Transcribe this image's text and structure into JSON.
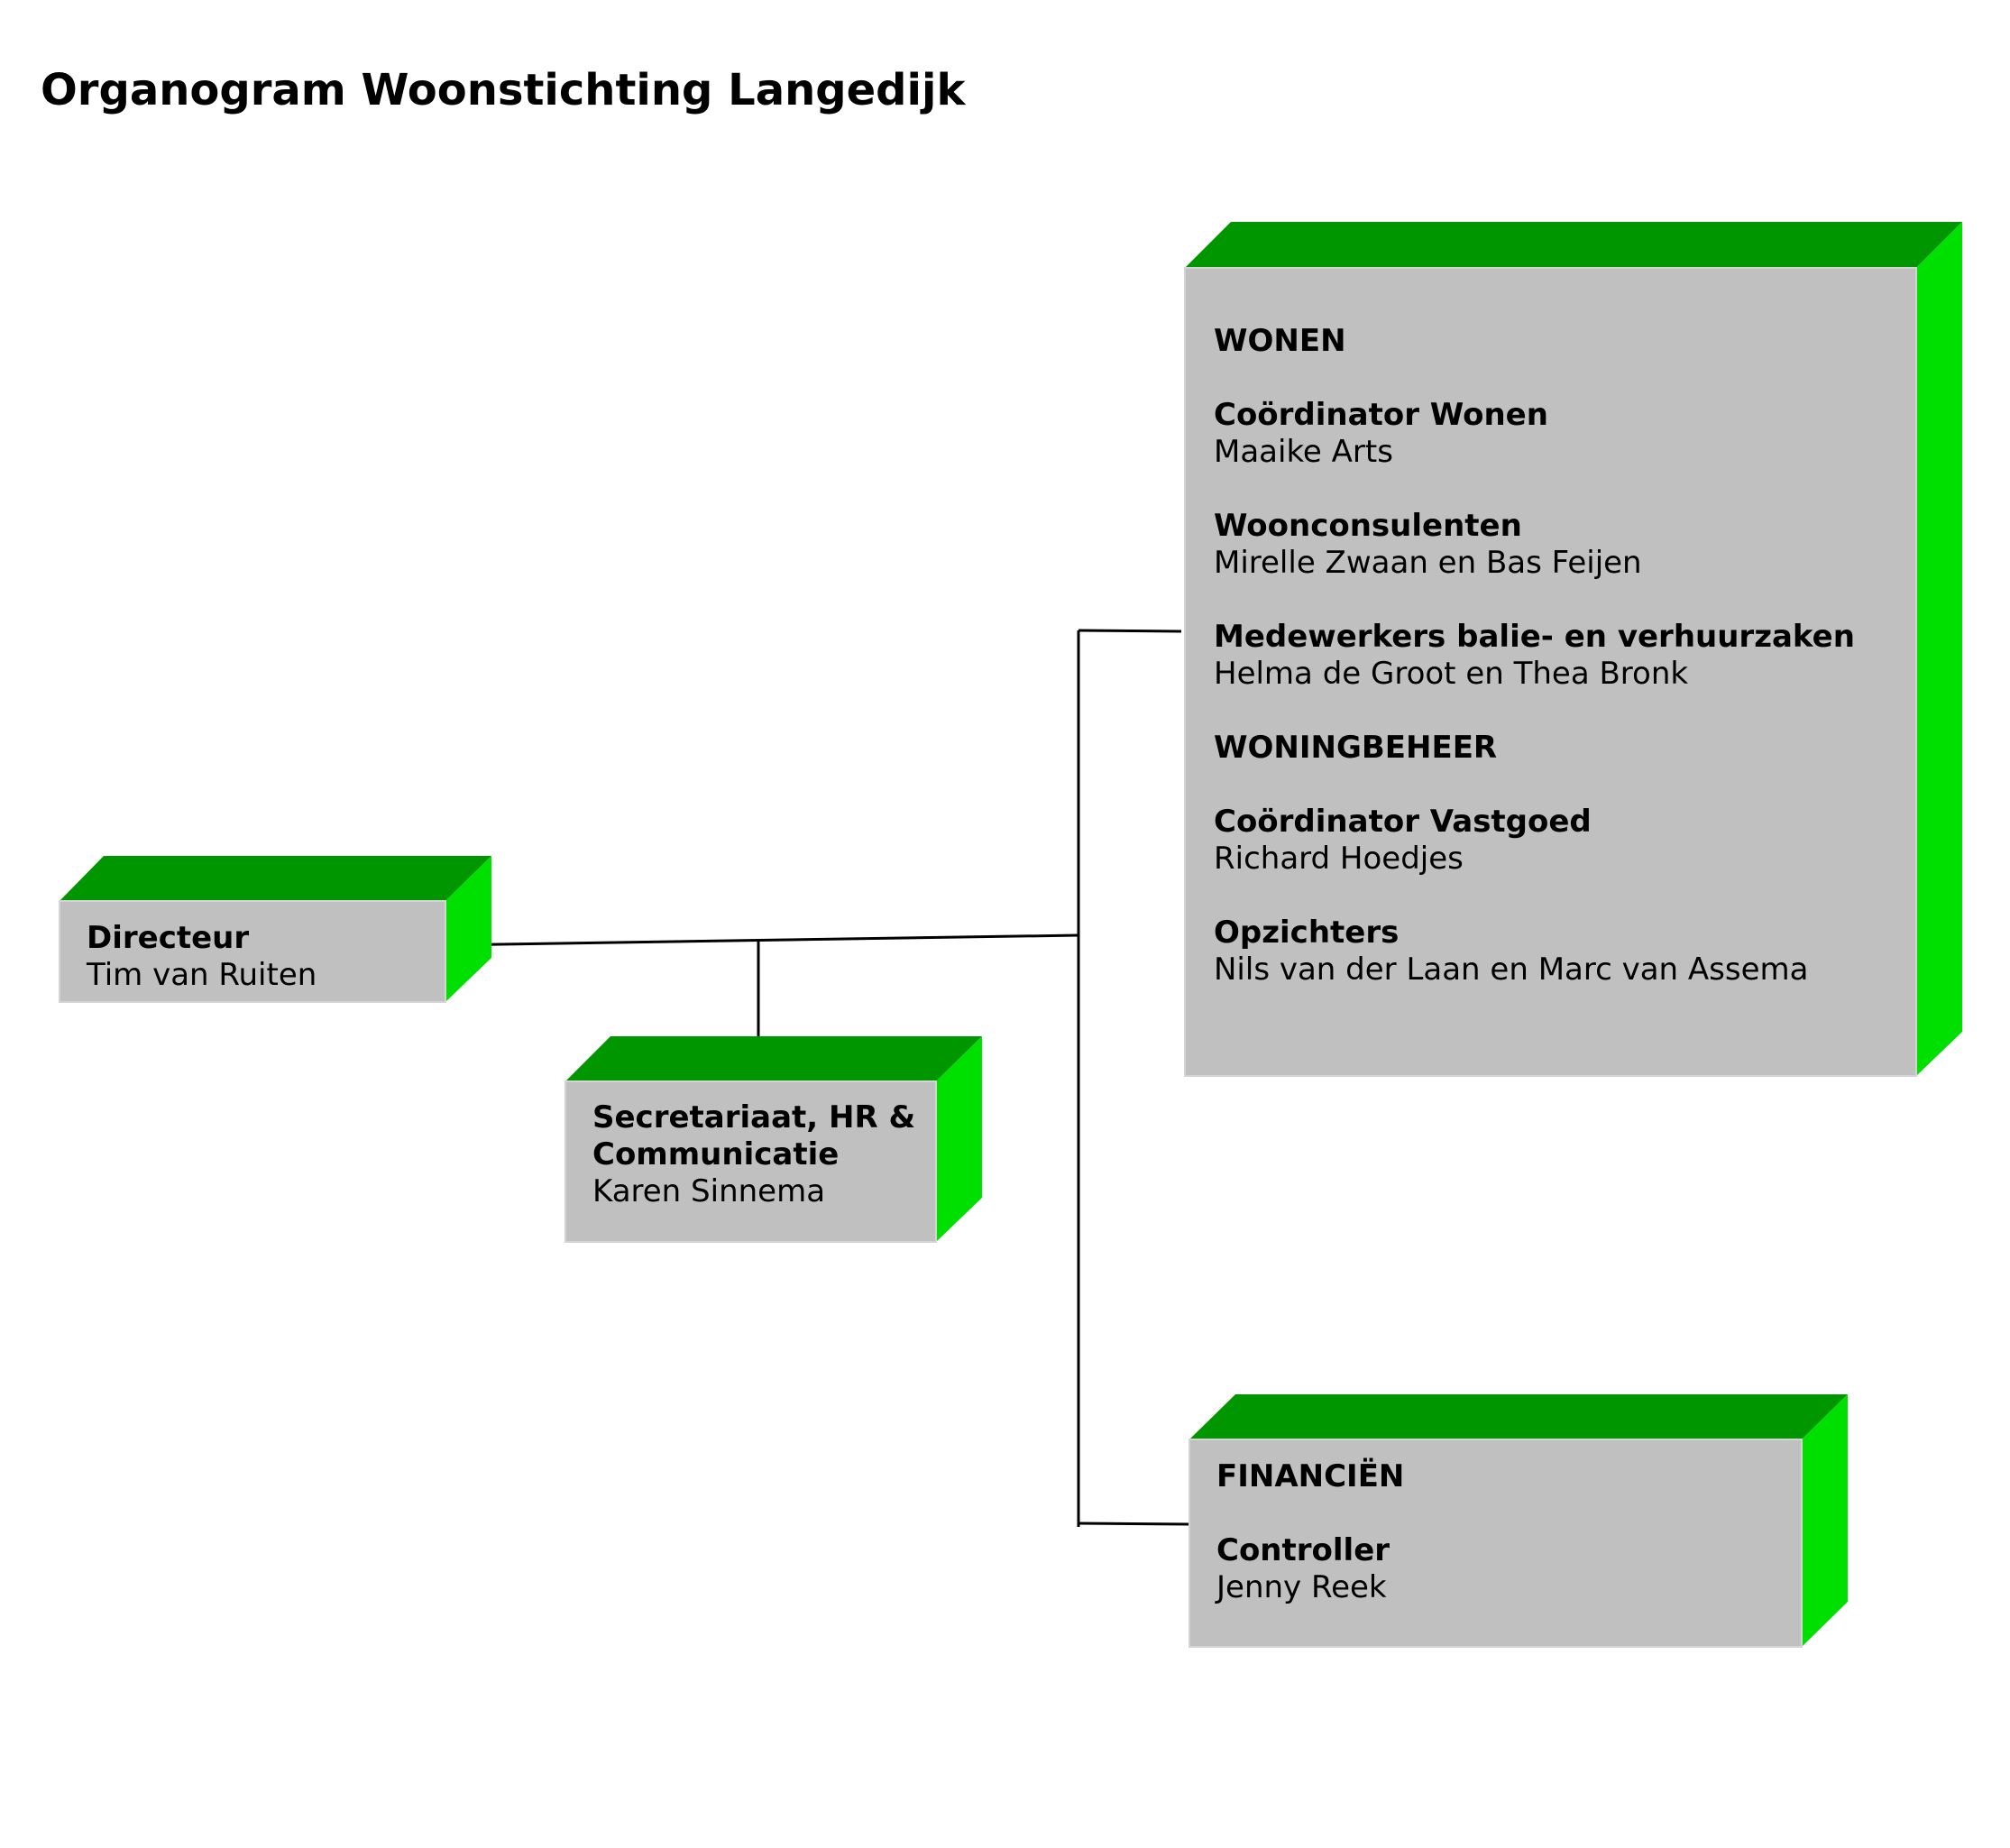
{
  "title": "Organogram Woonstichting Langedijk",
  "colors": {
    "box_face": "#c0c0c0",
    "box_top": "#009600",
    "box_side": "#00e000",
    "connector": "#000000"
  },
  "directeur": {
    "role": "Directeur",
    "name": "Tim van Ruiten"
  },
  "secretariaat": {
    "role": "Secretariaat, HR & Communicatie",
    "name": "Karen Sinnema"
  },
  "wonen": {
    "heading": "WONEN",
    "positions": [
      {
        "role": "Coördinator Wonen",
        "name": "Maaike Arts"
      },
      {
        "role": "Woonconsulenten",
        "name": "Mirelle Zwaan en Bas Feijen"
      },
      {
        "role": "Medewerkers balie- en verhuurzaken",
        "name": "Helma de Groot en Thea Bronk"
      }
    ]
  },
  "woningbeheer": {
    "heading": "WONINGBEHEER",
    "positions": [
      {
        "role": "Coördinator Vastgoed",
        "name": "Richard Hoedjes"
      },
      {
        "role": "Opzichters",
        "name": "Nils van der Laan en Marc van Assema"
      }
    ]
  },
  "financien": {
    "heading": "FINANCIËN",
    "positions": [
      {
        "role": "Controller",
        "name": "Jenny Reek"
      }
    ]
  }
}
